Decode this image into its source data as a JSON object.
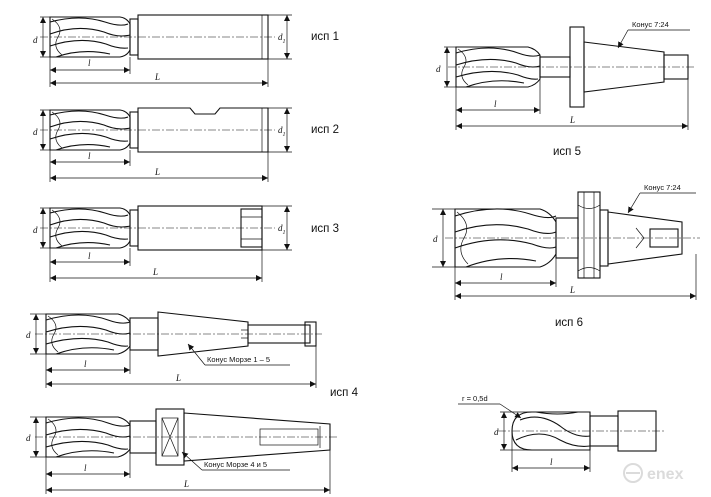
{
  "variants": [
    {
      "key": "v1",
      "label": "исп 1"
    },
    {
      "key": "v2",
      "label": "исп 2"
    },
    {
      "key": "v3",
      "label": "исп 3"
    },
    {
      "key": "v4",
      "label": "исп 4"
    },
    {
      "key": "v5",
      "label": "исп 5"
    },
    {
      "key": "v6",
      "label": "исп 6"
    },
    {
      "key": "v7",
      "label": ""
    }
  ],
  "dims": {
    "d": "d",
    "d1": "d",
    "d1_sub": "1",
    "l": "l",
    "L": "L"
  },
  "notes": {
    "cone_724": "Конус 7:24",
    "morse_1_5": "Конус Морзе 1 – 5",
    "morse_4_5": "Конус Морзе 4 и 5",
    "radius": "r = 0,5d"
  },
  "watermark": {
    "text": "enex",
    "color": "#e0e0e0"
  },
  "colors": {
    "ink": "#111111",
    "background": "#ffffff"
  }
}
